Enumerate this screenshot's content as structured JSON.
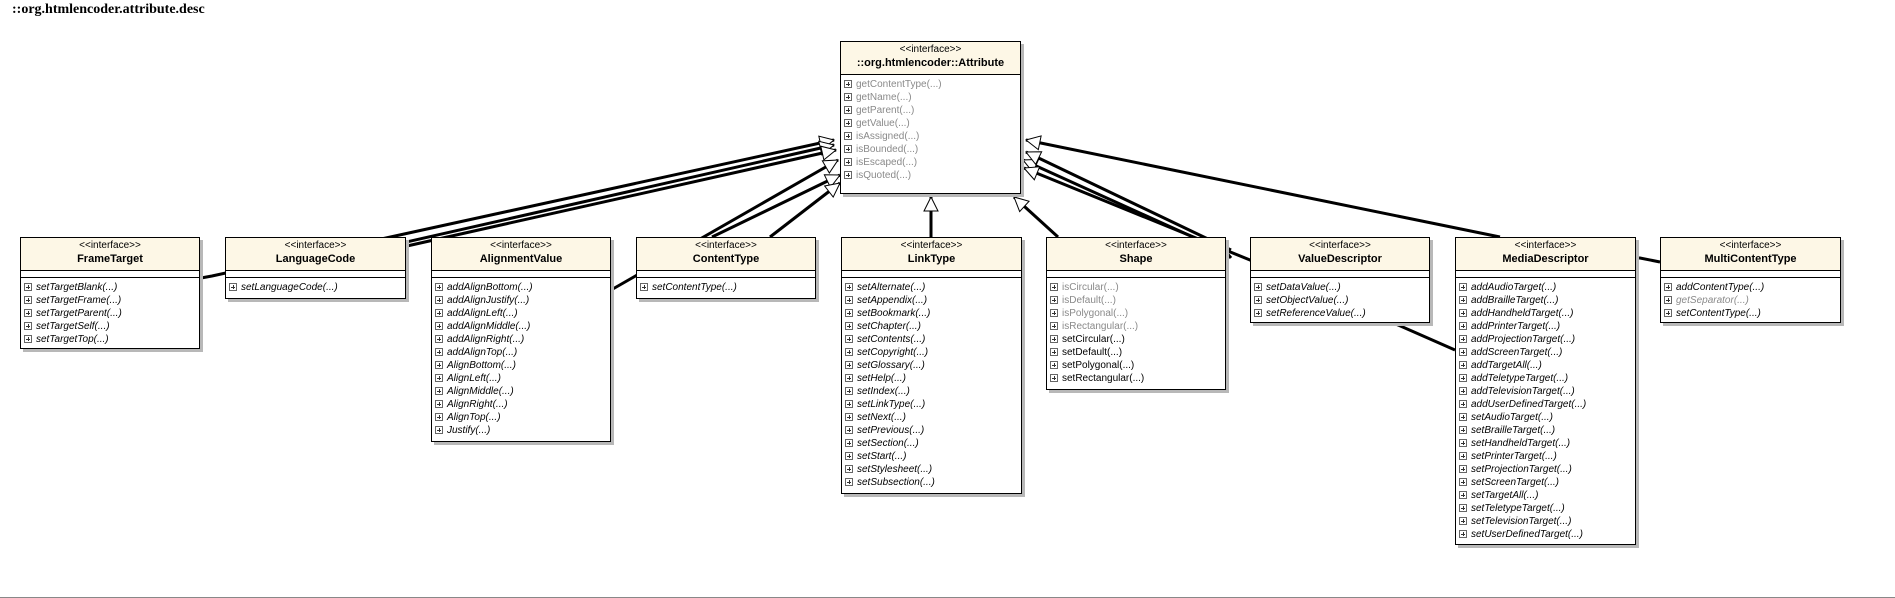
{
  "title": "::org.htmlencoder.attribute.desc",
  "attribute": {
    "stereotype": "<<interface>>",
    "name": "::org.htmlencoder::Attribute",
    "methods": [
      "getContentType(...)",
      "getName(...)",
      "getParent(...)",
      "getValue(...)",
      "isAssigned(...)",
      "isBounded(...)",
      "isEscaped(...)",
      "isQuoted(...)"
    ]
  },
  "classes": [
    {
      "stereotype": "<<interface>>",
      "name": "FrameTarget",
      "methods": [
        {
          "text": "setTargetBlank(...)",
          "style": "abs"
        },
        {
          "text": "setTargetFrame(...)",
          "style": "abs"
        },
        {
          "text": "setTargetParent(...)",
          "style": "abs"
        },
        {
          "text": "setTargetSelf(...)",
          "style": "abs"
        },
        {
          "text": "setTargetTop(...)",
          "style": "abs"
        }
      ]
    },
    {
      "stereotype": "<<interface>>",
      "name": "LanguageCode",
      "methods": [
        {
          "text": "setLanguageCode(...)",
          "style": "abs"
        }
      ]
    },
    {
      "stereotype": "<<interface>>",
      "name": "AlignmentValue",
      "methods": [
        {
          "text": "addAlignBottom(...)",
          "style": "abs"
        },
        {
          "text": "addAlignJustify(...)",
          "style": "abs"
        },
        {
          "text": "addAlignLeft(...)",
          "style": "abs"
        },
        {
          "text": "addAlignMiddle(...)",
          "style": "abs"
        },
        {
          "text": "addAlignRight(...)",
          "style": "abs"
        },
        {
          "text": "addAlignTop(...)",
          "style": "abs"
        },
        {
          "text": "AlignBottom(...)",
          "style": "abs"
        },
        {
          "text": "AlignLeft(...)",
          "style": "abs"
        },
        {
          "text": "AlignMiddle(...)",
          "style": "abs"
        },
        {
          "text": "AlignRight(...)",
          "style": "abs"
        },
        {
          "text": "AlignTop(...)",
          "style": "abs"
        },
        {
          "text": "Justify(...)",
          "style": "abs"
        }
      ]
    },
    {
      "stereotype": "<<interface>>",
      "name": "ContentType",
      "methods": [
        {
          "text": "setContentType(...)",
          "style": "abs"
        }
      ]
    },
    {
      "stereotype": "<<interface>>",
      "name": "LinkType",
      "methods": [
        {
          "text": "setAlternate(...)",
          "style": "abs"
        },
        {
          "text": "setAppendix(...)",
          "style": "abs"
        },
        {
          "text": "setBookmark(...)",
          "style": "abs"
        },
        {
          "text": "setChapter(...)",
          "style": "abs"
        },
        {
          "text": "setContents(...)",
          "style": "abs"
        },
        {
          "text": "setCopyright(...)",
          "style": "abs"
        },
        {
          "text": "setGlossary(...)",
          "style": "abs"
        },
        {
          "text": "setHelp(...)",
          "style": "abs"
        },
        {
          "text": "setIndex(...)",
          "style": "abs"
        },
        {
          "text": "setLinkType(...)",
          "style": "abs"
        },
        {
          "text": "setNext(...)",
          "style": "abs"
        },
        {
          "text": "setPrevious(...)",
          "style": "abs"
        },
        {
          "text": "setSection(...)",
          "style": "abs"
        },
        {
          "text": "setStart(...)",
          "style": "abs"
        },
        {
          "text": "setStylesheet(...)",
          "style": "abs"
        },
        {
          "text": "setSubsection(...)",
          "style": "abs"
        }
      ]
    },
    {
      "stereotype": "<<interface>>",
      "name": "Shape",
      "methods": [
        {
          "text": "isCircular(...)",
          "style": "inh"
        },
        {
          "text": "isDefault(...)",
          "style": "inh"
        },
        {
          "text": "isPolygonal(...)",
          "style": "inh"
        },
        {
          "text": "isRectangular(...)",
          "style": "inh"
        },
        {
          "text": "setCircular(...)",
          "style": "con"
        },
        {
          "text": "setDefault(...)",
          "style": "con"
        },
        {
          "text": "setPolygonal(...)",
          "style": "con"
        },
        {
          "text": "setRectangular(...)",
          "style": "con"
        }
      ]
    },
    {
      "stereotype": "<<interface>>",
      "name": "ValueDescriptor",
      "methods": [
        {
          "text": "setDataValue(...)",
          "style": "abs"
        },
        {
          "text": "setObjectValue(...)",
          "style": "abs"
        },
        {
          "text": "setReferenceValue(...)",
          "style": "abs"
        }
      ]
    },
    {
      "stereotype": "<<interface>>",
      "name": "MediaDescriptor",
      "methods": [
        {
          "text": "addAudioTarget(...)",
          "style": "abs"
        },
        {
          "text": "addBrailleTarget(...)",
          "style": "abs"
        },
        {
          "text": "addHandheldTarget(...)",
          "style": "abs"
        },
        {
          "text": "addPrinterTarget(...)",
          "style": "abs"
        },
        {
          "text": "addProjectionTarget(...)",
          "style": "abs"
        },
        {
          "text": "addScreenTarget(...)",
          "style": "abs"
        },
        {
          "text": "addTargetAll(...)",
          "style": "abs"
        },
        {
          "text": "addTeletypeTarget(...)",
          "style": "abs"
        },
        {
          "text": "addTelevisionTarget(...)",
          "style": "abs"
        },
        {
          "text": "addUserDefinedTarget(...)",
          "style": "abs"
        },
        {
          "text": "setAudioTarget(...)",
          "style": "abs"
        },
        {
          "text": "setBrailleTarget(...)",
          "style": "abs"
        },
        {
          "text": "setHandheldTarget(...)",
          "style": "abs"
        },
        {
          "text": "setPrinterTarget(...)",
          "style": "abs"
        },
        {
          "text": "setProjectionTarget(...)",
          "style": "abs"
        },
        {
          "text": "setScreenTarget(...)",
          "style": "abs"
        },
        {
          "text": "setTargetAll(...)",
          "style": "abs"
        },
        {
          "text": "setTeletypeTarget(...)",
          "style": "abs"
        },
        {
          "text": "setTelevisionTarget(...)",
          "style": "abs"
        },
        {
          "text": "setUserDefinedTarget(...)",
          "style": "abs"
        }
      ]
    },
    {
      "stereotype": "<<interface>>",
      "name": "MultiContentType",
      "methods": [
        {
          "text": "addContentType(...)",
          "style": "abs"
        },
        {
          "text": "getSeparator(...)",
          "style": "abs-inh"
        },
        {
          "text": "setContentType(...)",
          "style": "abs"
        }
      ]
    }
  ]
}
